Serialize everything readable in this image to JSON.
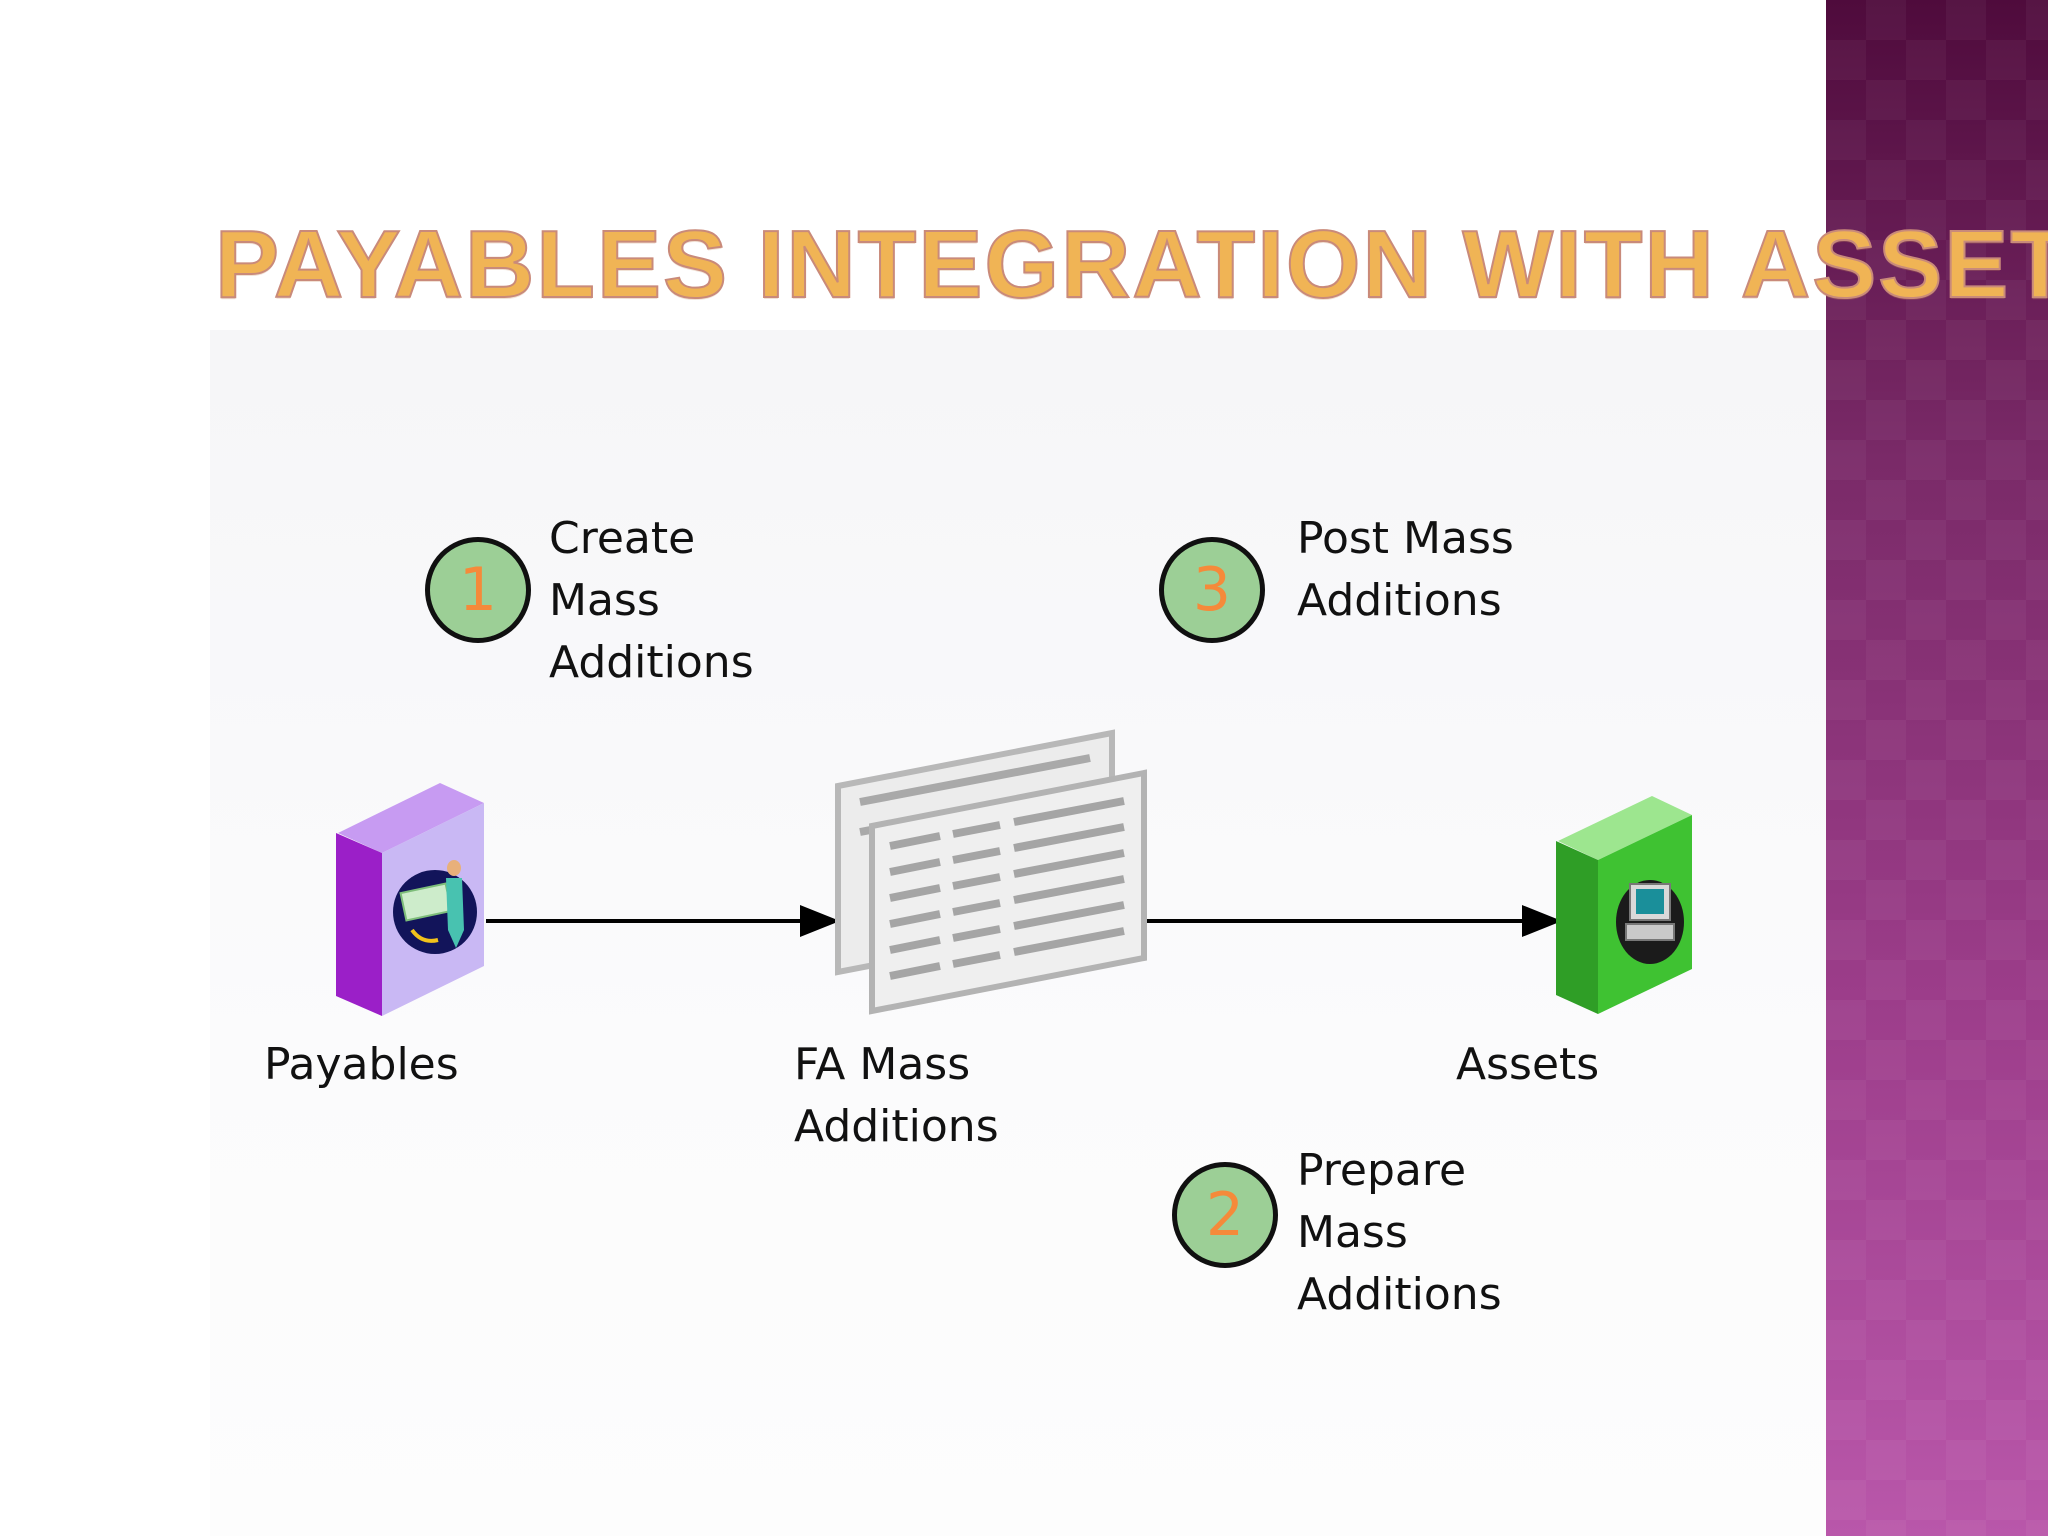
{
  "title": "PAYABLES INTEGRATION WITH ASSETS",
  "nodes": {
    "payables": {
      "label": "Payables"
    },
    "mass_additions": {
      "label_line1": "FA Mass",
      "label_line2": "Additions"
    },
    "assets": {
      "label": "Assets"
    }
  },
  "steps": [
    {
      "number": "1",
      "line1": "Create",
      "line2": "Mass",
      "line3": "Additions"
    },
    {
      "number": "2",
      "line1": "Prepare",
      "line2": "Mass",
      "line3": "Additions"
    },
    {
      "number": "3",
      "line1": "Post Mass",
      "line2": "Additions"
    }
  ],
  "colors": {
    "title": "#f0b455",
    "step_circle": "#9ccf96",
    "step_number": "#f58a3a",
    "payables_box": "#9b1fc8",
    "assets_box": "#33b52a",
    "side_band": "#8a2f78"
  }
}
